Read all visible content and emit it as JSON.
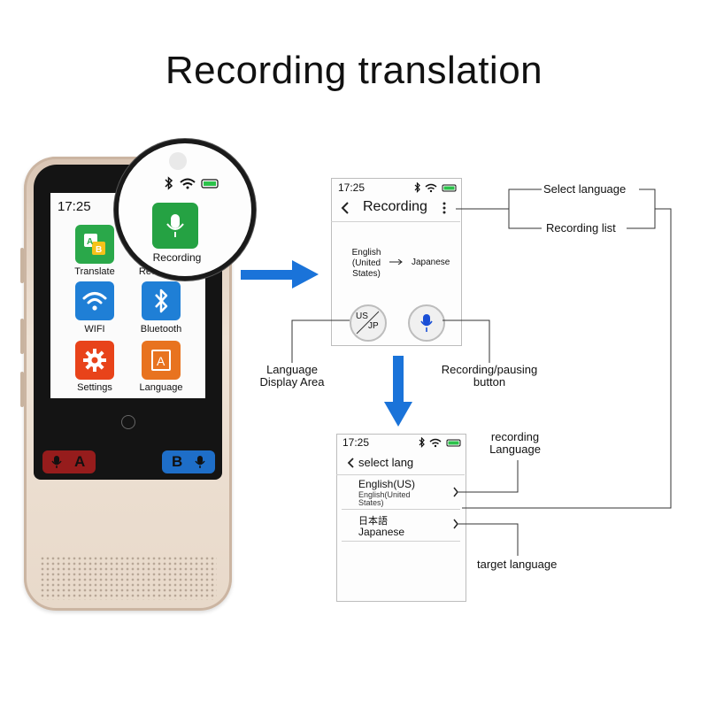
{
  "page": {
    "title": "Recording translation"
  },
  "device": {
    "time": "17:25",
    "apps": [
      {
        "label": "Translate",
        "icon": "translate-icon"
      },
      {
        "label": "Recording",
        "icon": "microphone-icon"
      },
      {
        "label": "WIFI",
        "icon": "wifi-icon"
      },
      {
        "label": "Bluetooth",
        "icon": "bluetooth-icon"
      },
      {
        "label": "Settings",
        "icon": "gear-icon"
      },
      {
        "label": "Language",
        "icon": "language-icon"
      }
    ],
    "magnifier_label": "Recording",
    "button_a": "A",
    "button_b": "B",
    "colors": {
      "translate": "#2aa84a",
      "recording": "#25a243",
      "wifi": "#1f7fd6",
      "bluetooth": "#1f7fd6",
      "settings": "#e8431a",
      "language": "#e8731f",
      "button_a": "#c21f1f",
      "button_b": "#1e6ec8"
    }
  },
  "recording_screen": {
    "time": "17:25",
    "title": "Recording",
    "source_lines": [
      "English",
      "(United",
      "States)"
    ],
    "target": "Japanese",
    "lang_badge_top": "US",
    "lang_badge_bottom": "JP"
  },
  "select_screen": {
    "time": "17:25",
    "title": "select lang",
    "items": [
      {
        "primary": "English(US)",
        "secondary_lines": [
          "English(United",
          "States)"
        ]
      },
      {
        "primary": "日本語",
        "secondary_lines": [
          "Japanese"
        ]
      }
    ]
  },
  "annotations": {
    "select_language": "Select language",
    "recording_list": "Recording list",
    "language_display_area_lines": [
      "Language",
      "Display Area"
    ],
    "recording_pausing_button_lines": [
      "Recording/pausing",
      "button"
    ],
    "recording_language_lines": [
      "recording",
      "Language"
    ],
    "target_language": "target language"
  },
  "accent_color": "#1a73d9"
}
